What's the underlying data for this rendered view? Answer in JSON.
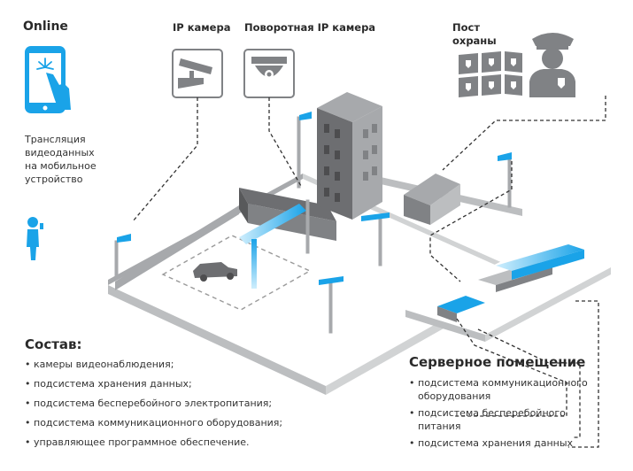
{
  "online": {
    "title": "Online",
    "caption_lines": [
      "Трансляция",
      "видеоданных",
      "на мобильное",
      "устройство"
    ]
  },
  "cameras": {
    "ip_camera_label": "IP камера",
    "ptz_camera_label": "Поворотная IP камера"
  },
  "guard_post": {
    "label_lines": [
      "Пост",
      "охраны"
    ]
  },
  "composition": {
    "title": "Состав:",
    "items": [
      "камеры видеонаблюдения;",
      "подсистема хранения данных;",
      "подсистема бесперебойного электропитания;",
      "подсистема коммуникационного оборудования;",
      "управляющее программное обеспечение."
    ]
  },
  "server_room": {
    "title": "Серверное помещение",
    "items": [
      {
        "lines": [
          "подсистема коммуникационного",
          "оборудования"
        ]
      },
      {
        "lines": [
          "подсистема бесперебойного",
          "питания"
        ]
      },
      {
        "lines": [
          "подсистема хранения данных"
        ]
      }
    ]
  },
  "colors": {
    "accent_blue": "#1aa3e8",
    "accent_light": "#cfeefd",
    "gray_wall": "#a7a9ac",
    "gray_dark": "#6d6e71",
    "icon_gray": "#808285"
  }
}
